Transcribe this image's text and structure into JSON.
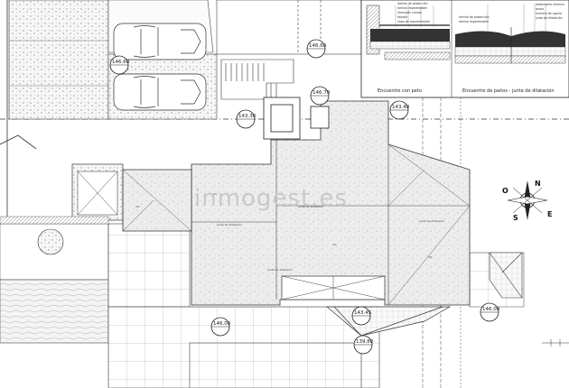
{
  "levels": {
    "parking": "146.60",
    "stair_top": "146.60",
    "entry": "146.70",
    "patio": "143.30",
    "roof_front": "143.45",
    "terrace": "146.00",
    "terrace_lower": "139.80",
    "east_top": "146.00",
    "ne_top": "143.40"
  },
  "details": {
    "caption_left": "Encuentro con peto",
    "caption_right": "Encuentro de paños - junta de dilatación",
    "layers": [
      "lámina de protección",
      "lámina impermeable",
      "hormigón celular",
      "forjado",
      "capa de regularización",
      "aislamiento térmico",
      "grava",
      "mortero de agarre",
      "junta de dilatación"
    ]
  },
  "roof_notes": {
    "junta_1": "Junta de dilatación",
    "junta_2": "Junta de dilatación",
    "junta_3": "Junta de dilatación",
    "junta_4": "Junta de dilatación",
    "slope_a": "2%",
    "slope_b": "2%",
    "slope_c": "2%",
    "slope_d": "2%"
  },
  "compass": {
    "n": "N",
    "s": "S",
    "e": "E",
    "o": "O"
  },
  "watermark": "inmogest.es"
}
